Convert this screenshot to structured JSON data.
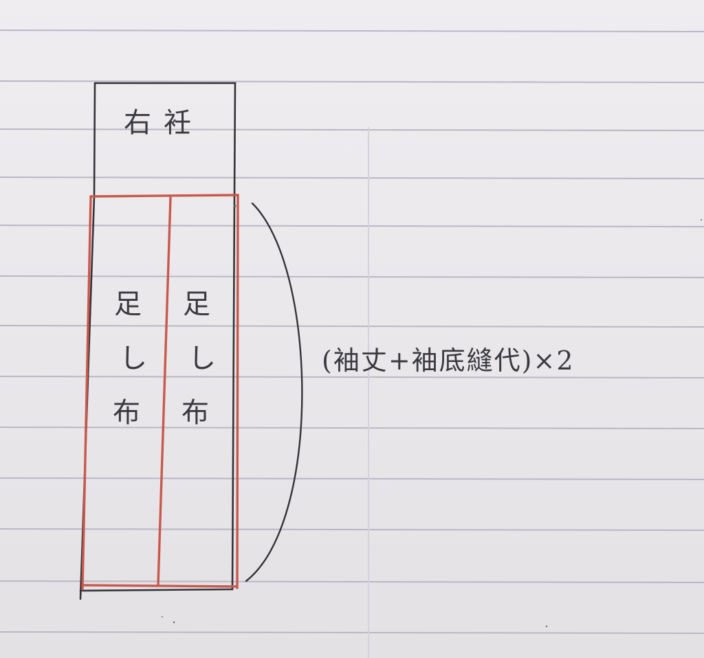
{
  "diagram": {
    "top_block_label": "右衽",
    "strip_left_label": [
      "足",
      "し",
      "布"
    ],
    "strip_right_label": [
      "足",
      "し",
      "布"
    ],
    "formula_text": "(袖丈+袖底縫代)×2"
  },
  "colors": {
    "paper": "#ebe9ec",
    "rule_line": "#b9b8c2",
    "margin_line": "#d4d2dc",
    "pencil": "#333338",
    "red_pencil": "#c9584c"
  }
}
